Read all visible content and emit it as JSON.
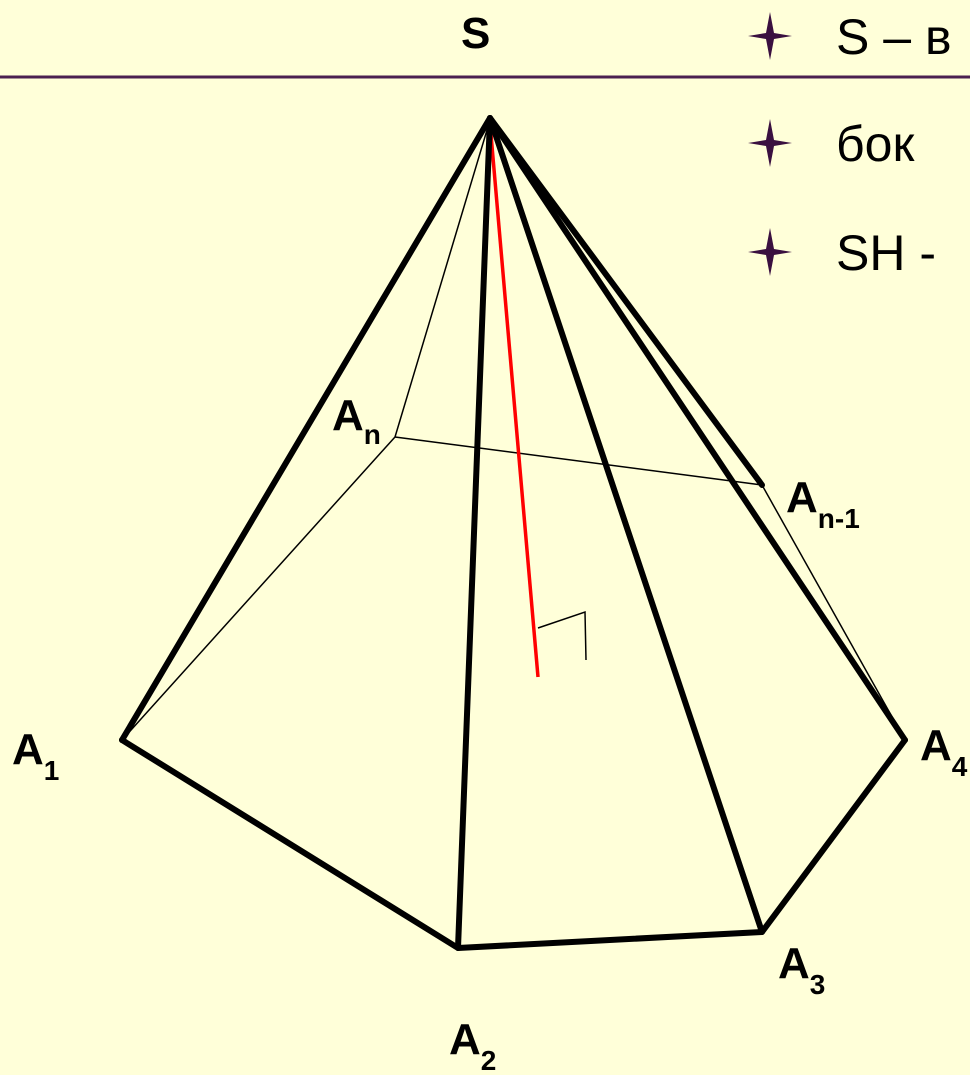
{
  "header": {
    "apex_label": "S",
    "rule_color": "#4B2050"
  },
  "bullets": [
    {
      "icon": "star-bullet-icon",
      "text": "S – в"
    },
    {
      "icon": "star-bullet-icon",
      "text": " бок"
    },
    {
      "icon": "star-bullet-icon",
      "text": "SH -"
    }
  ],
  "bullet_color": "#3A1040",
  "vertices": {
    "A1": {
      "base": "A",
      "sub": "1"
    },
    "A2": {
      "base": "A",
      "sub": "2"
    },
    "A3": {
      "base": "A",
      "sub": "3"
    },
    "A4": {
      "base": "A",
      "sub": "4"
    },
    "An": {
      "base": "A",
      "sub": "n"
    },
    "An1": {
      "base": "A",
      "sub": "n-1"
    }
  },
  "colors": {
    "background": "#FFFFD9",
    "edges": "#000000",
    "height": "#FF0000"
  }
}
